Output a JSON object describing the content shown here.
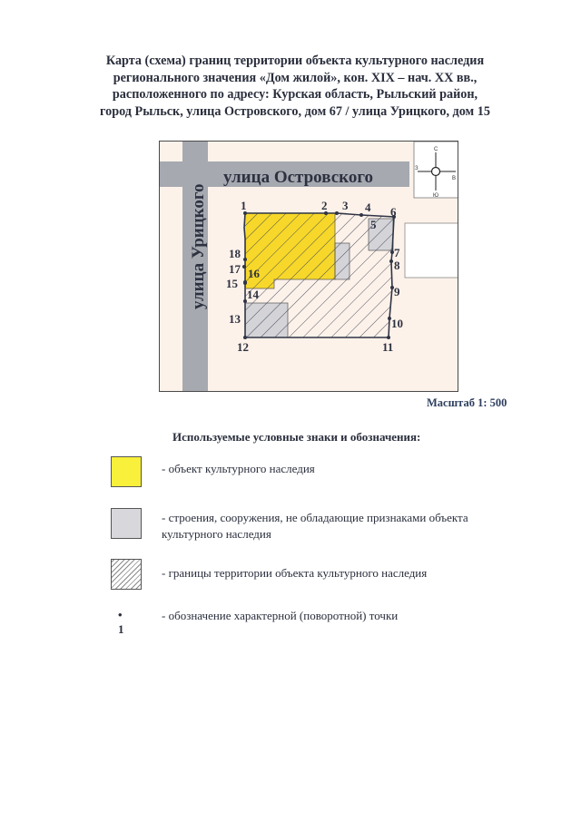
{
  "title": {
    "line1": "Карта (схема) границ территории объекта культурного наследия",
    "line2": "регионального значения «Дом жилой», кон. XIX – нач. XX вв.,",
    "line3": "расположенного по адресу: Курская область, Рыльский район,",
    "line4": "город Рыльск, улица Островского, дом 67 / улица Урицкого, дом 15"
  },
  "map": {
    "streets": {
      "horizontal": "улица Островского",
      "vertical": "улица Урицкого"
    },
    "compass": {
      "north": "С",
      "south": "Ю",
      "west": "З",
      "east": "В"
    },
    "points": [
      "1",
      "2",
      "3",
      "4",
      "5",
      "6",
      "7",
      "8",
      "9",
      "10",
      "11",
      "12",
      "13",
      "14",
      "15",
      "16",
      "17",
      "18"
    ],
    "colors": {
      "background": "#fdf2ea",
      "street": "#a6a9b0",
      "heritage_object": "#f7d82a",
      "buildings": "#d4d4d8",
      "boundary_line": "#2f3445",
      "neighbor_building": "#ffffff"
    }
  },
  "scale": "Масштаб 1: 500",
  "legend": {
    "title": "Используемые условные знаки и обозначения:",
    "items": [
      {
        "type": "yellow-fill",
        "text": "-  объект культурного наследия",
        "color": "#f8f03a"
      },
      {
        "type": "gray-fill",
        "text": "-  строения, сооружения, не обладающие признаками объекта культурного наследия",
        "color": "#d8d8dc"
      },
      {
        "type": "hatch",
        "text": "- границы территории объекта культурного наследия"
      },
      {
        "type": "point",
        "symbol": "• 1",
        "text": "- обозначение характерной (поворотной) точки"
      }
    ]
  }
}
